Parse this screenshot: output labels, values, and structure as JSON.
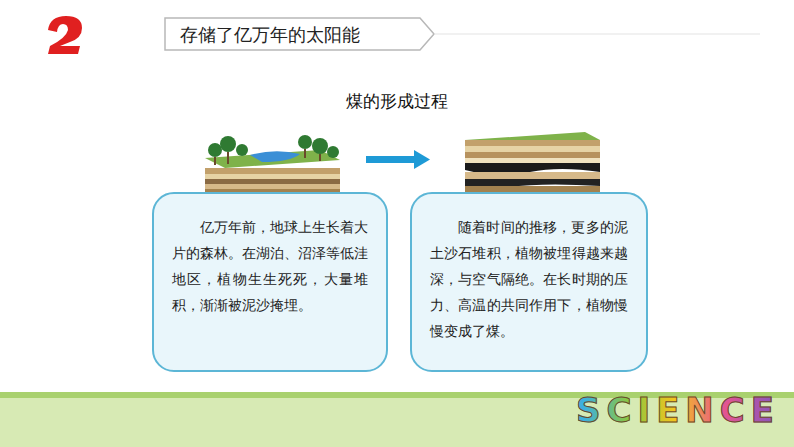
{
  "diagram": {
    "title": "存储了亿万年的太阳能",
    "nodes": [
      {
        "text": [
          "亿万年前，地球上生长着大片的森林。在湖泊、沼泽等低洼地区，植物生生死死，大量堆积，渐渐被泥沙掩埋。"
        ]
      },
      {
        "text": [
          "随着时间的推移，更多的泥土沙石堆积，植物被埋得越来越深，与空气隔绝。在长时期的压力、高温的共同作用下，植物慢慢变成了煤。"
        ]
      }
    ],
    "labels": [
      "煤的形成过程",
      "SCIENCE"
    ]
  }
}
